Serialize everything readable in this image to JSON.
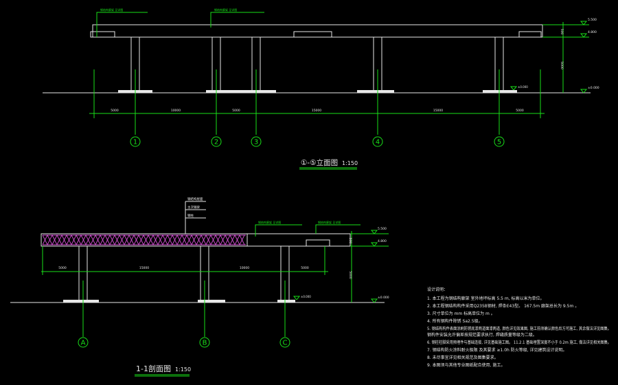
{
  "elevation": {
    "title": "①-⑤立面图",
    "scale": "1:150",
    "axes": [
      "1",
      "2",
      "3",
      "4",
      "5"
    ],
    "dims": [
      "5000",
      "10000",
      "5000",
      "15000",
      "15000",
      "5000"
    ],
    "level_top": "5.500",
    "level_mid": "4.800",
    "level_ground": "±0.000",
    "height_dim": "5000",
    "beam_dim": "500",
    "callout_left": "钢结构廊架 见详图",
    "callout_mid": "钢结构廊架 见详图"
  },
  "section": {
    "title": "1-1剖面图",
    "scale": "1:150",
    "axes": [
      "A",
      "B",
      "C"
    ],
    "dims": [
      "5000",
      "15000",
      "10000",
      "5000"
    ],
    "level_top": "5.500",
    "level_mid": "4.800",
    "level_ground": "±0.000",
    "height_dim": "5000",
    "beam_dim": "500",
    "layer_labels": [
      "钢结构屋面",
      "主次钢梁",
      "钢柱"
    ],
    "callout_left": "钢结构廊架 见详图",
    "callout_right": "钢结构廊架 见详图"
  },
  "notes": {
    "heading": "设计说明：",
    "lines": [
      "1. 本工程为钢结构廊架 室外地坪标高        5.5  m, 标高以米为单位。",
      "2. 本工程钢结构构件采用Q235B钢材, 焊条E43型。      167.5m    廊架总长为    9.5m  。",
      "3. 尺寸单位为   mm    标高单位为   m    。",
      "4. 所有钢构件除锈 Sa2.5级。",
      "5. 钢结构构件表面涂刷防锈底漆两道面漆两道, 颜色详见效果图, 施工前须确认颜色后方可施工, 其余做法详见图集。",
      "   钢构件安装允许偏差按规范要求执行, 焊缝质量等级为二级。",
      "6. 钢柱柱脚采用预埋件与基础连接, 详见基础施工图。     11.2.1   基础埋置深度不小于         0.2m  施工, 做法详见相关图集。",
      "7. 钢结构防火涂料耐火极限         及其要求  ≥1.0h   防火等级, 详见建筑设计说明。",
      "8. 未尽事宜详见相关规范及图集要求。",
      "9. 本图须与其他专业图纸配合使用, 施工。"
    ]
  }
}
